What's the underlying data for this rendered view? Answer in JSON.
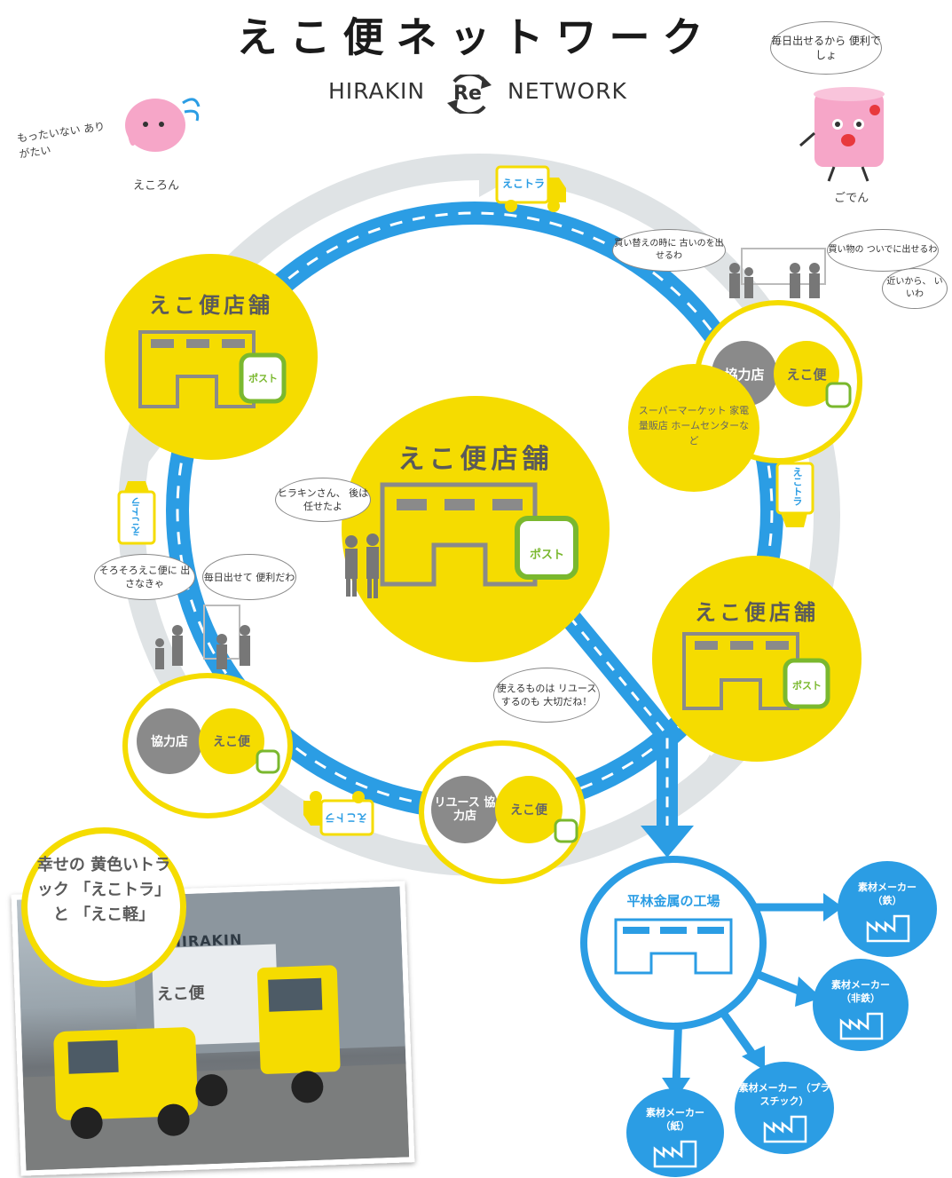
{
  "header": {
    "title": "えこ便ネットワーク",
    "subtitle_left": "HIRAKIN",
    "subtitle_center": "Re",
    "subtitle_right": "NETWORK"
  },
  "characters": {
    "ekoron": {
      "speech": "もったいない ありがたい",
      "name": "えころん"
    },
    "goden": {
      "speech": "毎日出せるから 便利でしょ",
      "name": "ごでん"
    }
  },
  "stores": {
    "top_left_title": "えこ便店舗",
    "center_title": "えこ便店舗",
    "right_title": "えこ便店舗",
    "epost_label": "ポスト"
  },
  "partners": {
    "right_gray": "協力店",
    "right_yellow": "えこ便",
    "right_desc": "スーパーマーケット 家電量販店 ホームセンターなど",
    "left_gray": "協力店",
    "left_yellow": "えこ便",
    "reuse_gray": "リユース 協力店",
    "reuse_yellow": "えこ便"
  },
  "trucks": {
    "label": "えこトラ"
  },
  "bubbles": {
    "kaikae": "買い替えの時に 古いのを出せるわ",
    "kaimono": "買い物の ついでに出せるわ",
    "chikai": "近いから、 いいわ",
    "hirakin": "ヒラキンさん、 後は任せたよ",
    "sorosoro": "そろそろえこ便に 出さなきゃ",
    "mainichi": "毎日出せて 便利だわ",
    "reuse": "使えるものは リユースするのも 大切だね！"
  },
  "photo_caption": "幸せの 黄色いトラック 「えこトラ」と 「えこ軽」",
  "photo_labels": {
    "truck_brand": "えこ便",
    "building": "HIRAKIN"
  },
  "factory": {
    "title": "平林金属の工場",
    "makers": [
      "素材メーカー （鉄）",
      "素材メーカー （非鉄）",
      "素材メーカー （プラスチック）",
      "素材メーカー （紙）"
    ]
  },
  "colors": {
    "yellow": "#f5dc00",
    "blue": "#2b9de4",
    "gray": "#8a8a8a",
    "green": "#7ab82e"
  }
}
